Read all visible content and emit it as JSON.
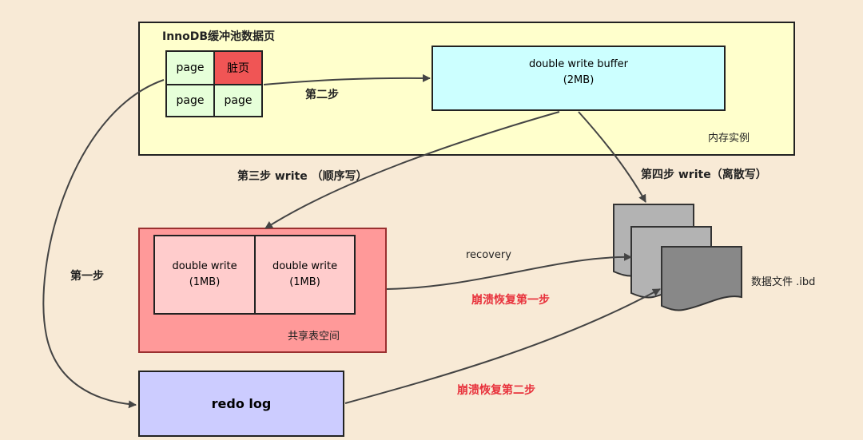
{
  "memory": {
    "title": "InnoDB缓冲池数据页",
    "instance_label": "内存实例",
    "pages": [
      "page",
      "脏页",
      "page",
      "page"
    ]
  },
  "dwb": {
    "line1": "double write buffer",
    "line2": "(2MB)"
  },
  "shared": {
    "label": "共享表空间",
    "blocks": [
      {
        "line1": "double write",
        "line2": "(1MB)"
      },
      {
        "line1": "double write",
        "line2": "(1MB)"
      }
    ]
  },
  "redo": {
    "label": "redo log"
  },
  "datafile": {
    "label": "数据文件 .ibd"
  },
  "steps": {
    "step1": "第一步",
    "step2": "第二步",
    "step3": "第三步 write （顺序写）",
    "step4": "第四步 write（离散写）",
    "recovery": "recovery",
    "crash1": "崩溃恢复第一步",
    "crash2": "崩溃恢复第二步"
  },
  "colors": {
    "background": "#f8ead6",
    "memory_fill": "#ffffcc",
    "page_fill": "#e6ffd9",
    "dirty_page_fill": "#f05555",
    "dwb_fill": "#ccffff",
    "shared_fill": "#ff9999",
    "dw_block_fill": "#ffcccc",
    "redo_fill": "#ccccff",
    "file_fill": "#b3b3b3",
    "crash_text": "#e8323c"
  }
}
